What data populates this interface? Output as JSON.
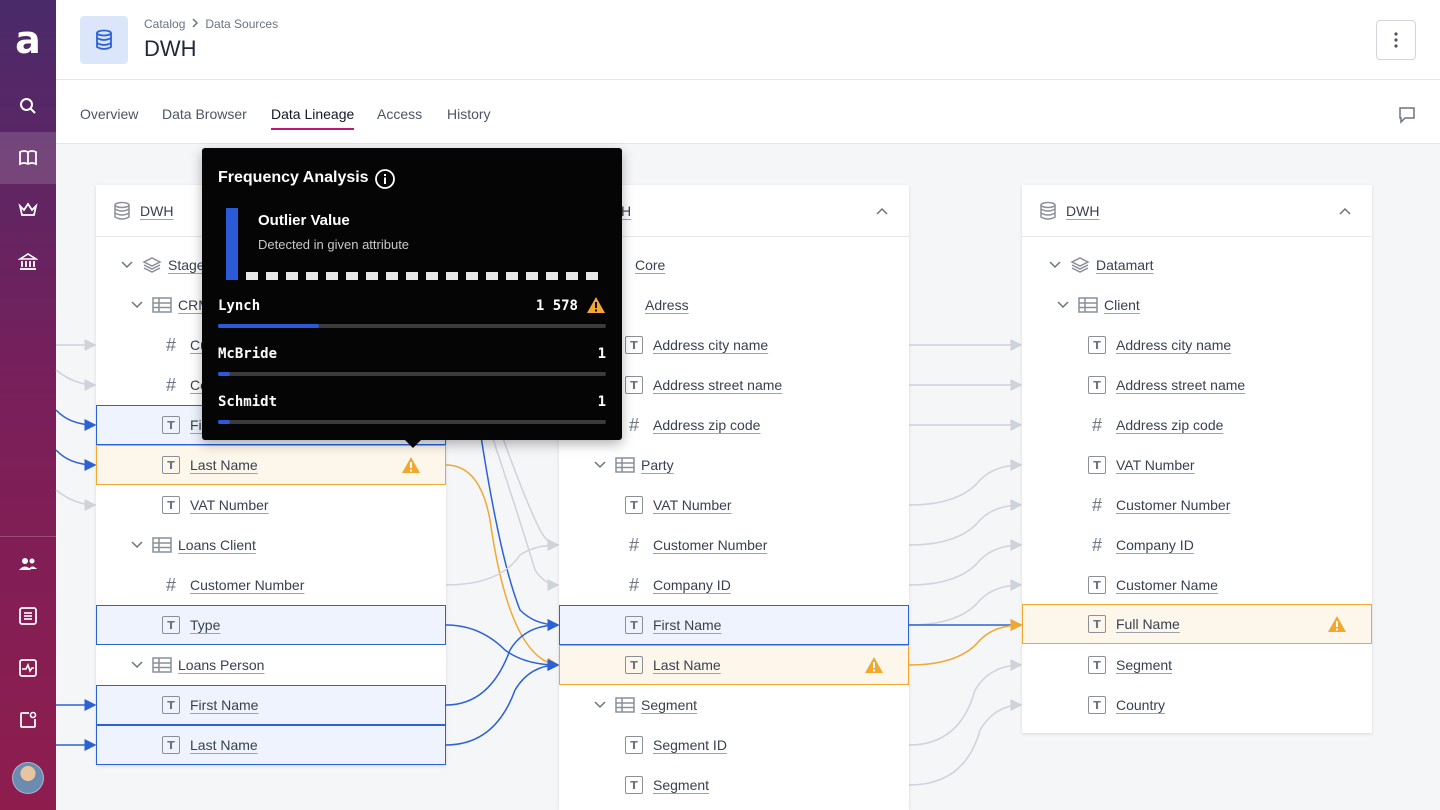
{
  "app": {
    "logo_glyph": "a"
  },
  "header": {
    "breadcrumb": [
      "Catalog",
      "Data Sources"
    ],
    "title": "DWH"
  },
  "tabs": [
    "Overview",
    "Data Browser",
    "Data Lineage",
    "Access",
    "History"
  ],
  "active_tab": "Data Lineage",
  "colors": {
    "accent_tab": "#c0177a",
    "link_blue": "#2c62d6",
    "warning": "#f0a830",
    "sidebar_top": "#4a2a6a",
    "sidebar_bottom": "#8e1d4e"
  },
  "panels": {
    "left": {
      "source": "DWH",
      "rows": [
        {
          "label": "Stage",
          "kind": "schema"
        },
        {
          "label": "CRM",
          "kind": "table"
        },
        {
          "label": "Cu",
          "kind": "number"
        },
        {
          "label": "Co",
          "kind": "number"
        },
        {
          "label": "Fir",
          "kind": "text"
        },
        {
          "label": "Last Name",
          "kind": "text"
        },
        {
          "label": "VAT Number",
          "kind": "text"
        },
        {
          "label": "Loans Client",
          "kind": "table"
        },
        {
          "label": "Customer Number",
          "kind": "number"
        },
        {
          "label": "Type",
          "kind": "text"
        },
        {
          "label": "Loans Person",
          "kind": "table"
        },
        {
          "label": "First Name",
          "kind": "text"
        },
        {
          "label": "Last Name",
          "kind": "text"
        }
      ]
    },
    "middle": {
      "source": "H",
      "rows": [
        {
          "label": "Core",
          "kind": "schema"
        },
        {
          "label": "Adress",
          "kind": "table"
        },
        {
          "label": "Address city name",
          "kind": "text"
        },
        {
          "label": "Address street name",
          "kind": "text"
        },
        {
          "label": "Address zip code",
          "kind": "number"
        },
        {
          "label": "Party",
          "kind": "table"
        },
        {
          "label": "VAT Number",
          "kind": "text"
        },
        {
          "label": "Customer Number",
          "kind": "number"
        },
        {
          "label": "Company ID",
          "kind": "number"
        },
        {
          "label": "First Name",
          "kind": "text"
        },
        {
          "label": "Last Name",
          "kind": "text"
        },
        {
          "label": "Segment",
          "kind": "table"
        },
        {
          "label": "Segment ID",
          "kind": "text"
        },
        {
          "label": "Segment",
          "kind": "text"
        }
      ]
    },
    "right": {
      "source": "DWH",
      "rows": [
        {
          "label": "Datamart",
          "kind": "schema"
        },
        {
          "label": "Client",
          "kind": "table"
        },
        {
          "label": "Address city name",
          "kind": "text"
        },
        {
          "label": "Address street name",
          "kind": "text"
        },
        {
          "label": "Address zip code",
          "kind": "number"
        },
        {
          "label": "VAT Number",
          "kind": "text"
        },
        {
          "label": "Customer Number",
          "kind": "number"
        },
        {
          "label": "Company ID",
          "kind": "number"
        },
        {
          "label": "Customer Name",
          "kind": "text"
        },
        {
          "label": "Full Name",
          "kind": "text"
        },
        {
          "label": "Segment",
          "kind": "text"
        },
        {
          "label": "Country",
          "kind": "text"
        }
      ]
    }
  },
  "tooltip": {
    "title": "Frequency Analysis",
    "subtitle": "Outlier Value",
    "description": "Detected in given attribute",
    "items": [
      {
        "name": "Lynch",
        "count": "1 578",
        "fraction": 0.26
      },
      {
        "name": "McBride",
        "count": "1",
        "fraction": 0.03
      },
      {
        "name": "Schmidt",
        "count": "1",
        "fraction": 0.03
      }
    ]
  }
}
